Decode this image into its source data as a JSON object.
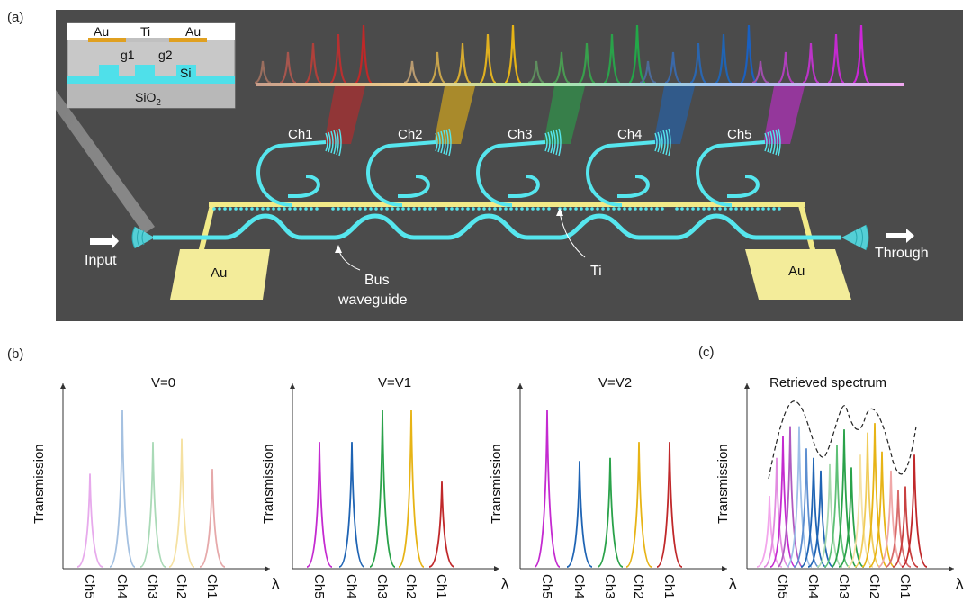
{
  "panels": {
    "a": "(a)",
    "b": "(b)",
    "c": "(c)"
  },
  "cross_section": {
    "au_left": "Au",
    "ti": "Ti",
    "au_right": "Au",
    "g1": "g1",
    "g2": "g2",
    "si": "Si",
    "sio2": "SiO",
    "sio2_sub": "2"
  },
  "device": {
    "channels": [
      "Ch1",
      "Ch2",
      "Ch3",
      "Ch4",
      "Ch5"
    ],
    "input": "Input",
    "through": "Through",
    "au_pad_left": "Au",
    "au_pad_right": "Au",
    "bus_line1": "Bus",
    "bus_line2": "waveguide",
    "ti": "Ti"
  },
  "colors": {
    "ch1": "#c0282a",
    "ch2": "#e7b416",
    "ch3": "#2aa24a",
    "ch4": "#1f64b4",
    "ch5": "#c42ad0",
    "waveguide": "#56e6ee",
    "heater": "#f2ea88",
    "pad": "#f3ec9a",
    "chip_bg": "#4b4b4b"
  },
  "chart_data": [
    {
      "type": "line",
      "title": "V=0",
      "ylabel": "Transmission",
      "xlabel": "λ",
      "categories": [
        "Ch5",
        "Ch4",
        "Ch3",
        "Ch2",
        "Ch1"
      ],
      "values": [
        0.6,
        1.0,
        0.8,
        0.82,
        0.63
      ],
      "faded": true
    },
    {
      "type": "line",
      "title": "V=V1",
      "ylabel": "Transmission",
      "xlabel": "λ",
      "categories": [
        "Ch5",
        "Ch4",
        "Ch3",
        "Ch2",
        "Ch1"
      ],
      "values": [
        0.8,
        0.8,
        1.0,
        1.0,
        0.55
      ],
      "faded": false
    },
    {
      "type": "line",
      "title": "V=V2",
      "ylabel": "Transmission",
      "xlabel": "λ",
      "categories": [
        "Ch5",
        "Ch4",
        "Ch3",
        "Ch2",
        "Ch1"
      ],
      "values": [
        1.0,
        0.68,
        0.7,
        0.8,
        0.8
      ],
      "faded": false
    },
    {
      "type": "line",
      "title": "Retrieved spectrum",
      "ylabel": "Transmission",
      "xlabel": "λ",
      "categories": [
        "Ch5",
        "Ch4",
        "Ch3",
        "Ch2",
        "Ch1"
      ]
    }
  ]
}
